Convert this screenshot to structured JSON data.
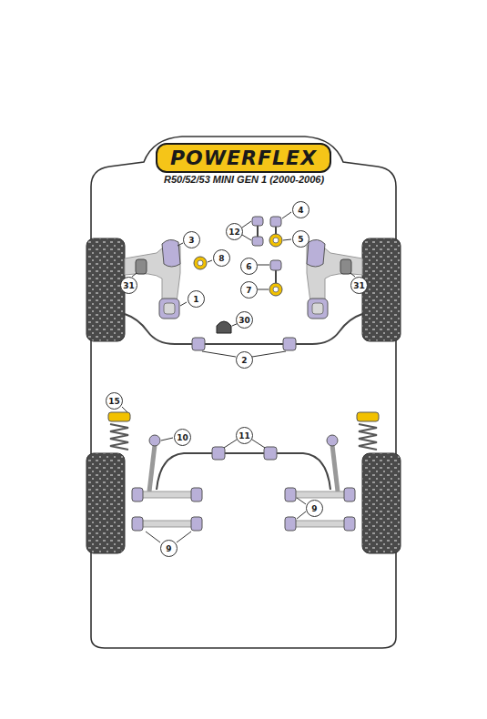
{
  "diagram": {
    "title": "POWERFLEX",
    "labels": [
      "R50/52/53 MINI GEN 1 (2000-2006)",
      "3",
      "12",
      "4",
      "5",
      "8",
      "6",
      "7",
      "31",
      "1",
      "31",
      "30",
      "2",
      "15",
      "10",
      "11",
      "9",
      "9"
    ]
  }
}
